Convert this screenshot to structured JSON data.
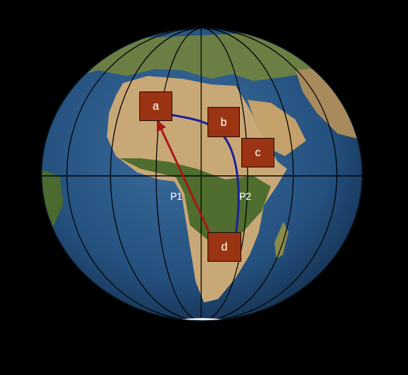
{
  "diagram": {
    "nodes": [
      {
        "text": [
          "a"
        ]
      },
      {
        "text": [
          "b"
        ]
      },
      {
        "text": [
          "c"
        ]
      },
      {
        "text": [
          "d"
        ]
      }
    ],
    "edges": [
      {
        "from": 3,
        "to": 0,
        "arrow": "to",
        "label": "P1"
      },
      {
        "from": 3,
        "to": 0,
        "arrow": "none",
        "label": "P2"
      }
    ]
  }
}
